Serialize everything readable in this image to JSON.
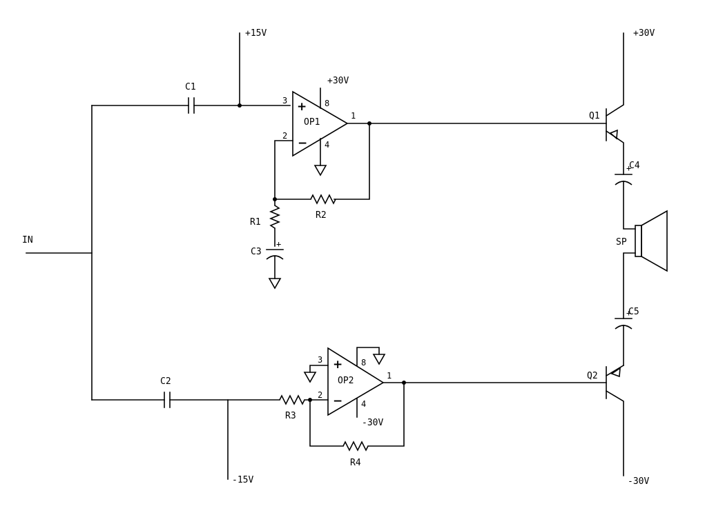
{
  "rails": {
    "plus15": "+15V",
    "minus15": "-15V",
    "plus30_q1": "+30V",
    "minus30_q2": "-30V",
    "op1_v8": "+30V",
    "op2_v4": "-30V"
  },
  "input": {
    "label": "IN"
  },
  "op1": {
    "name": "OP1",
    "pin_noninv": "3",
    "pin_inv": "2",
    "pin_out": "1",
    "pin_top": "8",
    "pin_bottom": "4",
    "sign_plus": "+",
    "sign_minus": "−"
  },
  "op2": {
    "name": "OP2",
    "pin_noninv": "3",
    "pin_inv": "2",
    "pin_out": "1",
    "pin_top": "8",
    "pin_bottom": "4",
    "sign_plus": "+",
    "sign_minus": "−"
  },
  "components": {
    "c1": "C1",
    "c2": "C2",
    "c3": "C3",
    "c4": "C4",
    "c5": "C5",
    "r1": "R1",
    "r2": "R2",
    "r3": "R3",
    "r4": "R4",
    "q1": "Q1",
    "q2": "Q2",
    "sp": "SP",
    "cap_polarity": "+"
  }
}
